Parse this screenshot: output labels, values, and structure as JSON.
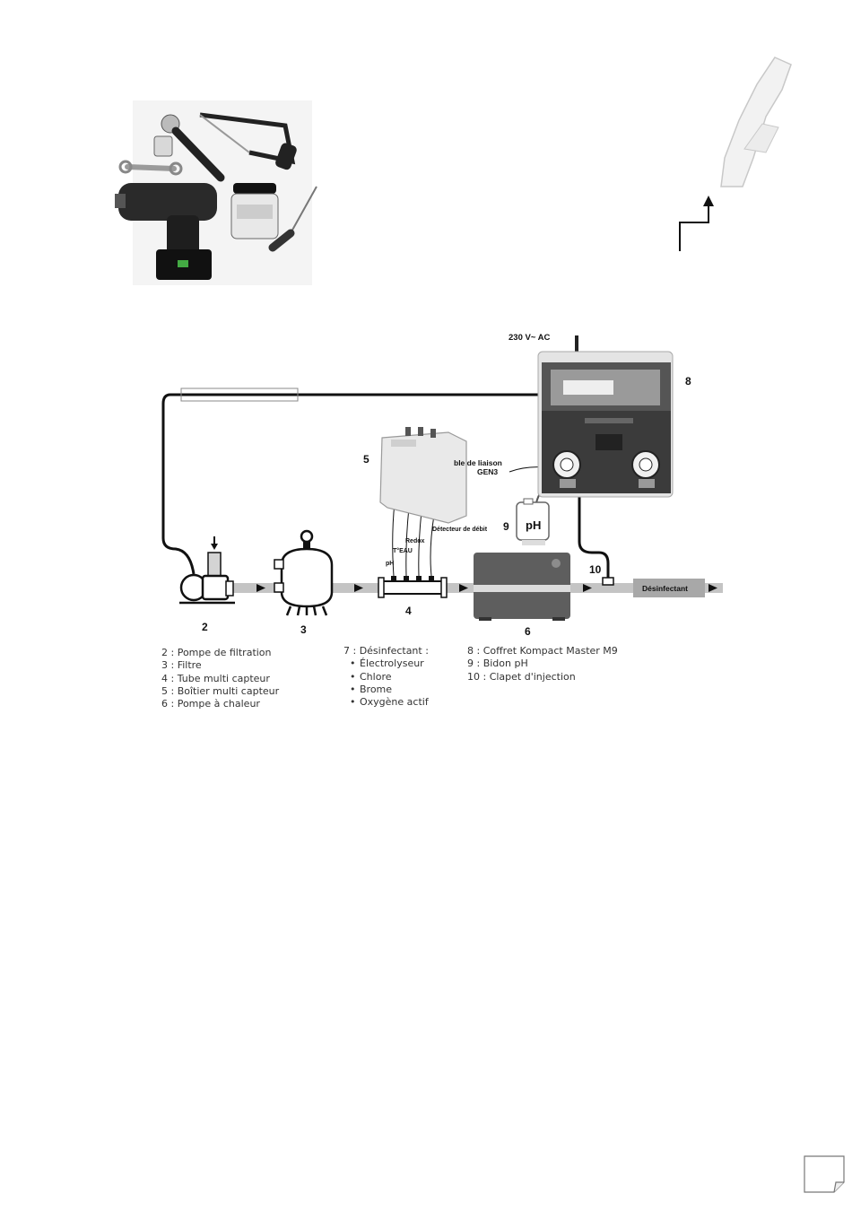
{
  "labels": {
    "voltage": "230 V~ AC",
    "cable": "ble de liaison",
    "cable2": "GEN3",
    "flow_detector": "Détecteur de débit",
    "redox": "Redox",
    "water_temp": "T°EAU",
    "ph_sensor": "pH",
    "ph_can": "pH",
    "disinfectant": "Désinfectant"
  },
  "numbers": {
    "n2": "2",
    "n3": "3",
    "n4": "4",
    "n5": "5",
    "n6": "6",
    "n8": "8",
    "n9": "9",
    "n10": "10"
  },
  "legend": {
    "col1": [
      "2 : Pompe de filtration",
      "3 : Filtre",
      "4 : Tube multi capteur",
      "5 : Boîtier multi capteur",
      "6 : Pompe à chaleur"
    ],
    "col2_title": "7 : Désinfectant :",
    "col2_items": [
      "Électrolyseur",
      "Chlore",
      "Brome",
      "Oxygène actif"
    ],
    "col3": [
      "8 : Coffret Kompact Master M9",
      "9 : Bidon pH",
      "10 : Clapet d'injection"
    ]
  }
}
